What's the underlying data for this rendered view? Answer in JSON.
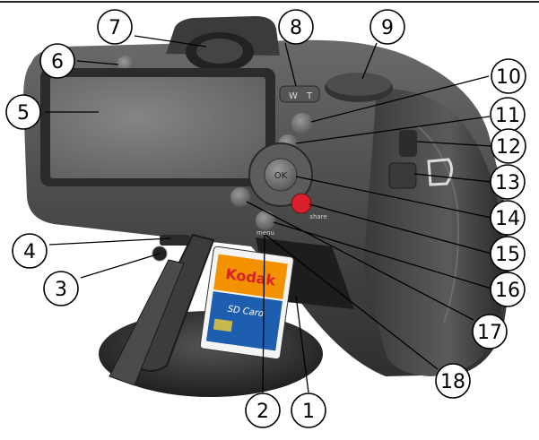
{
  "diagram": {
    "callouts": [
      {
        "n": "1"
      },
      {
        "n": "2"
      },
      {
        "n": "3"
      },
      {
        "n": "4"
      },
      {
        "n": "5"
      },
      {
        "n": "6"
      },
      {
        "n": "7"
      },
      {
        "n": "8"
      },
      {
        "n": "9"
      },
      {
        "n": "10"
      },
      {
        "n": "11"
      },
      {
        "n": "12"
      },
      {
        "n": "13"
      },
      {
        "n": "14"
      },
      {
        "n": "15"
      },
      {
        "n": "16"
      },
      {
        "n": "17"
      },
      {
        "n": "18"
      }
    ],
    "camera_labels": {
      "ok": "OK",
      "share": "share",
      "menu": "menu",
      "w": "W",
      "t": "T",
      "sd_brand": "Kodak",
      "sd_type": "SD Card"
    },
    "colors": {
      "body": "#4a4a4a",
      "body_dark": "#2e2e2e",
      "screen": "#6f6f6f",
      "callout_stroke": "#000000",
      "sd_orange": "#f39200",
      "sd_blue": "#1d5fae",
      "share_red": "#d8202a"
    }
  }
}
